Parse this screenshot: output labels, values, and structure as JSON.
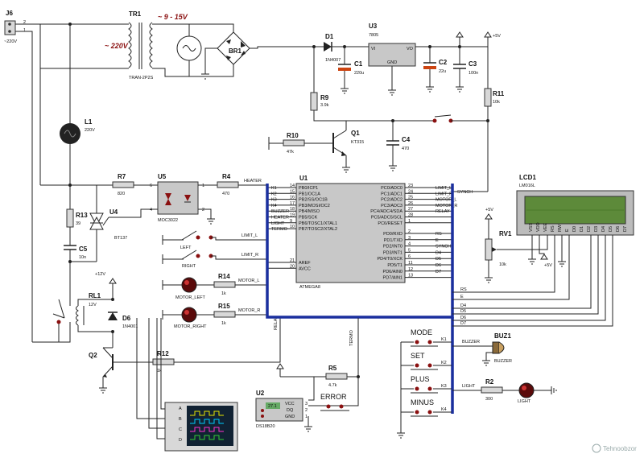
{
  "components": {
    "J6": {
      "ref": "J6",
      "value": "~220V",
      "pins": [
        "2",
        "1"
      ]
    },
    "TR1": {
      "ref": "TR1",
      "part": "TRAN-2P2S",
      "primary": "~ 220V",
      "secondary": "~ 9 - 15V"
    },
    "BR1": {
      "ref": "BR1"
    },
    "D1": {
      "ref": "D1",
      "value": "1N4007"
    },
    "U3": {
      "ref": "U3",
      "value": "7805",
      "vi": "VI",
      "vo": "VO",
      "gnd": "GND"
    },
    "C1": {
      "ref": "C1",
      "value": "220u"
    },
    "C2": {
      "ref": "C2",
      "value": "22u"
    },
    "C3": {
      "ref": "C3",
      "value": "100n"
    },
    "R9": {
      "ref": "R9",
      "value": "3.9k"
    },
    "R10": {
      "ref": "R10",
      "value": "47k"
    },
    "Q1": {
      "ref": "Q1",
      "value": "KT315"
    },
    "C4": {
      "ref": "C4",
      "value": "470"
    },
    "R11": {
      "ref": "R11",
      "value": "10k"
    },
    "L1": {
      "ref": "L1",
      "value": "220V"
    },
    "R7": {
      "ref": "R7",
      "value": "820"
    },
    "U5": {
      "ref": "U5",
      "value": "MOC3022",
      "pins": [
        "6",
        "4",
        "1",
        "2"
      ]
    },
    "R4": {
      "ref": "R4",
      "value": "470"
    },
    "R13": {
      "ref": "R13",
      "value": "39"
    },
    "U4": {
      "ref": "U4",
      "value": "BT137"
    },
    "C5": {
      "ref": "C5",
      "value": "10n"
    },
    "RL1": {
      "ref": "RL1",
      "value": "12V"
    },
    "D6": {
      "ref": "D6",
      "value": "1N4001"
    },
    "Q2": {
      "ref": "Q2"
    },
    "R12": {
      "ref": "R12",
      "value": "1k"
    },
    "R14": {
      "ref": "R14",
      "value": "1k"
    },
    "R15": {
      "ref": "R15",
      "value": "1k"
    },
    "R5": {
      "ref": "R5",
      "value": "4.7k"
    },
    "U2": {
      "ref": "U2",
      "value": "DS18B20",
      "pins": [
        "VCC",
        "DQ",
        "GND"
      ],
      "pin_numbers": [
        "3",
        "2",
        "1"
      ],
      "display": "27.1"
    },
    "R2": {
      "ref": "R2",
      "value": "300"
    },
    "BUZ1": {
      "ref": "BUZ1",
      "value": "BUZZER"
    },
    "LCD1": {
      "ref": "LCD1",
      "value": "LM016L",
      "pins": [
        "VSS",
        "VDD",
        "VEE",
        "RS",
        "RW",
        "E",
        "D0",
        "D1",
        "D2",
        "D3",
        "D4",
        "D5",
        "D6",
        "D7"
      ]
    },
    "RV1": {
      "ref": "RV1",
      "value": "10k"
    },
    "U1": {
      "ref": "U1",
      "value": "ATMEGA8",
      "left_pins": [
        {
          "num": "14",
          "name": "PB0/ICP1",
          "net": "K1"
        },
        {
          "num": "15",
          "name": "PB1/OC1A",
          "net": "K2"
        },
        {
          "num": "16",
          "name": "PB2/SS/OC1B",
          "net": "K3"
        },
        {
          "num": "17",
          "name": "PB3/MOSI/OC2",
          "net": "K4"
        },
        {
          "num": "18",
          "name": "PB4/MISO",
          "net": "BUZZER"
        },
        {
          "num": "19",
          "name": "PB5/SCK",
          "net": "HEATER"
        },
        {
          "num": "9",
          "name": "PB6/TOSC1/XTAL1",
          "net": "LIGHT"
        },
        {
          "num": "10",
          "name": "PB7/TOSC2/XTAL2",
          "net": "TERMO"
        },
        {
          "num": "21",
          "name": "AREF",
          "net": ""
        },
        {
          "num": "20",
          "name": "AVCC",
          "net": ""
        }
      ],
      "right_pins": [
        {
          "num": "23",
          "name": "PC0/ADC0",
          "net": "LIMIT_L"
        },
        {
          "num": "24",
          "name": "PC1/ADC1",
          "net": "LIMIT_R"
        },
        {
          "num": "25",
          "name": "PC2/ADC2",
          "net": "MOTOR_L"
        },
        {
          "num": "26",
          "name": "PC3/ADC3",
          "net": "MOTOR_R"
        },
        {
          "num": "27",
          "name": "PC4/ADC4/SDA",
          "net": "RELAY"
        },
        {
          "num": "28",
          "name": "PC5/ADC5/SCL",
          "net": ""
        },
        {
          "num": "1",
          "name": "PC6/RESET",
          "net": ""
        },
        {
          "num": "2",
          "name": "PD0/RXD",
          "net": "RS"
        },
        {
          "num": "3",
          "name": "PD1/TXD",
          "net": "E"
        },
        {
          "num": "4",
          "name": "PD2/INT0",
          "net": "SYNCH"
        },
        {
          "num": "5",
          "name": "PD3/INT1",
          "net": "D4"
        },
        {
          "num": "6",
          "name": "PD4/T0/XCK",
          "net": "D5"
        },
        {
          "num": "11",
          "name": "PD5/T1",
          "net": "D6"
        },
        {
          "num": "12",
          "name": "PD6/AIN0",
          "net": "D7"
        },
        {
          "num": "13",
          "name": "PD7/AIN1",
          "net": ""
        }
      ]
    }
  },
  "labels": {
    "plus5v": "+5V",
    "plus12v": "+12V",
    "synch": "SYNCH",
    "heater": "HEATER",
    "limit_l": "LIMIT_L",
    "limit_r": "LIMIT_R",
    "motor_l": "MOTOR_L",
    "motor_r": "MOTOR_R",
    "relay": "RELAY",
    "termo": "TERMO",
    "buzzer": "BUZZER",
    "light": "LIGHT",
    "rs": "RS",
    "e": "E",
    "d4": "D4",
    "d5": "D5",
    "d6": "D6",
    "d7": "D7",
    "k1": "K1",
    "k2": "K2",
    "k3": "K3",
    "k4": "K4"
  },
  "parts": {
    "left": "LEFT",
    "right": "RIGHT",
    "motor_left": "MOTOR_LEFT",
    "motor_right": "MOTOR_RIGHT",
    "mode": "MODE",
    "set": "SET",
    "plus": "PLUS",
    "minus": "MINUS",
    "error": "ERROR",
    "light": "LIGHT",
    "osc_channels": [
      "A",
      "B",
      "C",
      "D"
    ]
  },
  "watermark": "Tehnoobzor"
}
